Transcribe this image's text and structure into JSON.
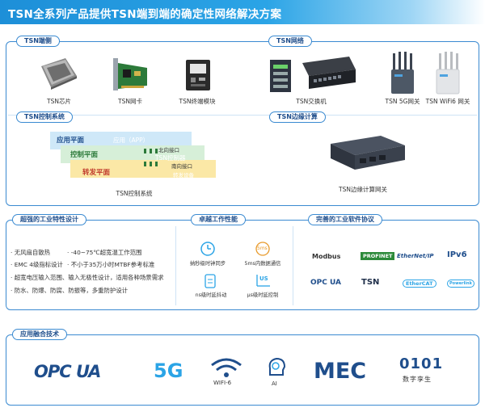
{
  "header": {
    "title": "TSN全系列产品提供TSN端到端的确定性网络解决方案"
  },
  "tsn_endpoint": {
    "tag": "TSN端侧",
    "items": [
      {
        "label": "TSN芯片",
        "icon": "chip-icon"
      },
      {
        "label": "TSN网卡",
        "icon": "network-card-icon"
      },
      {
        "label": "TSN终端模块",
        "icon": "module-icon"
      }
    ]
  },
  "tsn_network": {
    "tag": "TSN网络",
    "items": [
      {
        "label": "TSN交换机",
        "icon": "switch-icon"
      },
      {
        "label": "TSN 5G网关",
        "icon": "5g-gateway-icon"
      },
      {
        "label": "TSN WiFi6 网关",
        "icon": "wifi6-gateway-icon"
      }
    ]
  },
  "tsn_control": {
    "tag": "TSN控制系统",
    "planes": {
      "app": "应用平面",
      "control": "控制平面",
      "forward": "转发平面"
    },
    "inner": {
      "app_box": "应用（APP）",
      "north": "北向接口",
      "controller": "TSN控制器",
      "south": "南向接口",
      "device": "转发设备"
    },
    "caption": "TSN控制系统"
  },
  "tsn_edge": {
    "tag": "TSN边缘计算",
    "caption": "TSN边缘计算网关"
  },
  "industrial": {
    "tag": "超强的工业特性设计",
    "bullets": [
      [
        "无风扇自散热",
        "-40~75℃超宽温工作范围"
      ],
      [
        "EMC 4级指标设计",
        "不小于35万小时MTBF参考标准"
      ],
      [
        "超宽电压输入范围、输入无极性设计，适用各种场景需求"
      ],
      [
        "防水、防爆、防腐、防振等，多重防护设计"
      ]
    ]
  },
  "performance": {
    "tag": "卓越工作性能",
    "items": [
      {
        "label": "纳秒级时钟同步",
        "icon": "clock-sync-icon"
      },
      {
        "label": "5ms内数据通信",
        "icon": "latency-5ms-icon"
      },
      {
        "label": "ns级时延抖动",
        "icon": "ns-jitter-icon"
      },
      {
        "label": "μs级时延控制",
        "icon": "us-latency-icon"
      }
    ],
    "icon_text": {
      "b": "5ms",
      "d": "US"
    }
  },
  "protocols": {
    "tag": "完善的工业软件协议",
    "logos": [
      "Modbus",
      "PROFINET",
      "EtherNet/IP",
      "IPv6",
      "OPC UA",
      "TSN",
      "EtherCAT",
      "Powerlink"
    ]
  },
  "fusion": {
    "tag": "应用融合技术",
    "items": [
      {
        "label": "OPC UA",
        "icon": "opcua-logo"
      },
      {
        "label": "5G",
        "icon": "5g-logo"
      },
      {
        "label": "WIFI-6",
        "icon": "wifi6-logo"
      },
      {
        "label": "AI",
        "icon": "ai-logo"
      },
      {
        "label": "MEC",
        "icon": "mec-logo"
      },
      {
        "label": "数字孪生",
        "icon": "digital-twin-logo",
        "mark": "0101"
      }
    ]
  },
  "colors": {
    "accent": "#3a8ad1",
    "banner": "#1d8fd8",
    "dark_blue": "#1f4e8c"
  }
}
